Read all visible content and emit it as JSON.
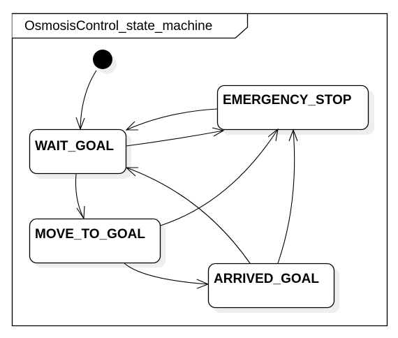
{
  "diagram": {
    "frame_title": "OsmosisControl_state_machine",
    "states": {
      "wait_goal": "WAIT_GOAL",
      "emergency_stop": "EMERGENCY_STOP",
      "move_to_goal": "MOVE_TO_GOAL",
      "arrived_goal": "ARRIVED_GOAL"
    },
    "transitions": [
      {
        "from": "initial",
        "to": "WAIT_GOAL"
      },
      {
        "from": "EMERGENCY_STOP",
        "to": "WAIT_GOAL"
      },
      {
        "from": "WAIT_GOAL",
        "to": "EMERGENCY_STOP"
      },
      {
        "from": "WAIT_GOAL",
        "to": "MOVE_TO_GOAL"
      },
      {
        "from": "MOVE_TO_GOAL",
        "to": "EMERGENCY_STOP"
      },
      {
        "from": "MOVE_TO_GOAL",
        "to": "ARRIVED_GOAL"
      },
      {
        "from": "ARRIVED_GOAL",
        "to": "WAIT_GOAL"
      },
      {
        "from": "ARRIVED_GOAL",
        "to": "EMERGENCY_STOP"
      }
    ]
  }
}
